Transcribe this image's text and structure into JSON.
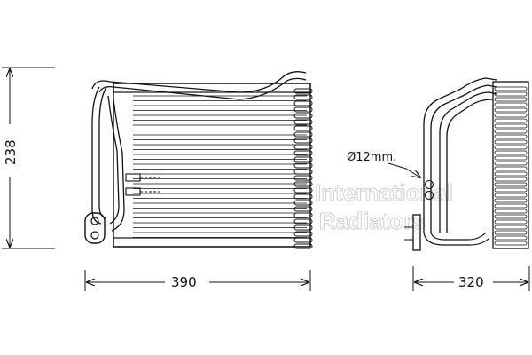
{
  "dimensions": {
    "height": "238",
    "width_front": "390",
    "width_side": "320"
  },
  "annotation": {
    "pipe_diameter": "Ø12mm."
  },
  "watermark": {
    "line1": "International",
    "line2": "Radiators",
    "color": "#cfcfcf"
  },
  "colors": {
    "line": "#111111",
    "background": "#ffffff"
  }
}
